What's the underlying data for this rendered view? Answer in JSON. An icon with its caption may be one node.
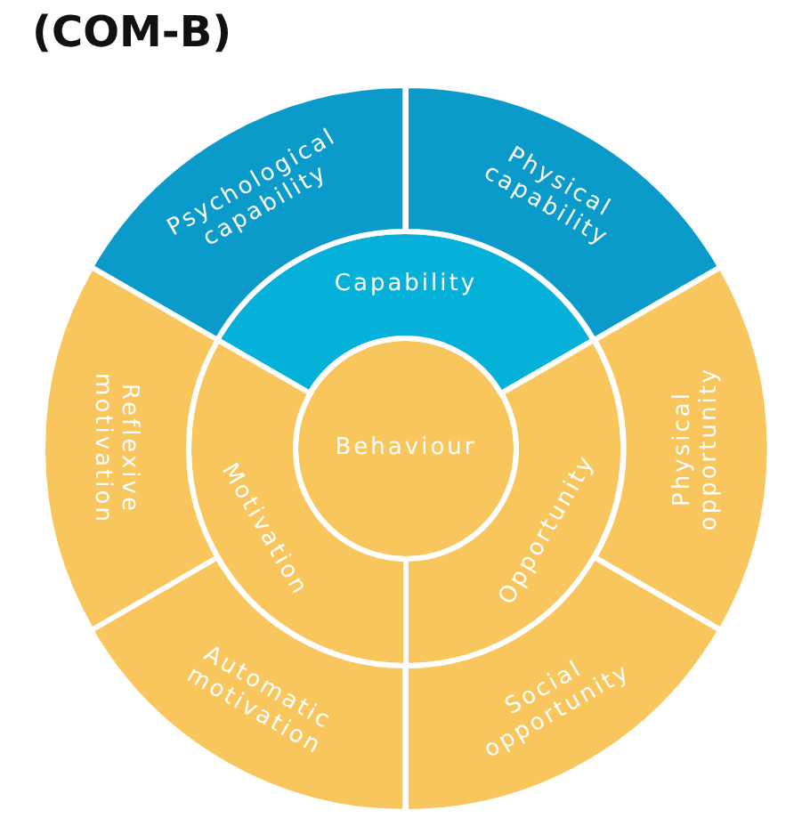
{
  "diagram": {
    "title": "(COM-B)",
    "nodes": [
      {
        "text": [
          "Behaviour"
        ]
      },
      {
        "text": [
          "Capability"
        ]
      },
      {
        "text": [
          "Opportunity"
        ]
      },
      {
        "text": [
          "Motivation"
        ]
      },
      {
        "text": [
          "Psychological capability"
        ]
      },
      {
        "text": [
          "Physical capability"
        ]
      },
      {
        "text": [
          "Physical opportunity"
        ]
      },
      {
        "text": [
          "Social opportunity"
        ]
      },
      {
        "text": [
          "Automatic motivation"
        ]
      },
      {
        "text": [
          "Reflexive motivation"
        ]
      }
    ]
  }
}
